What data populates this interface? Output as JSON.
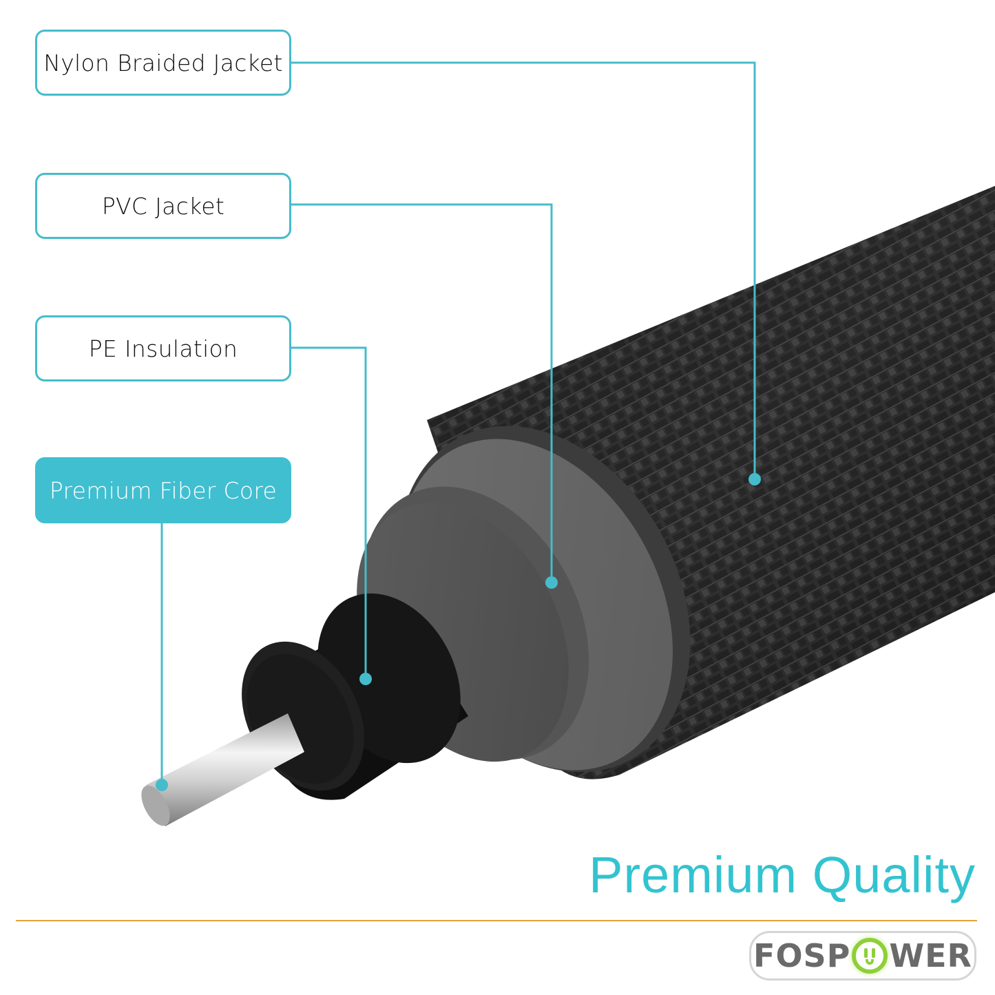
{
  "labels": [
    {
      "id": "nylon",
      "text": "Nylon Braided Jacket",
      "highlighted": false
    },
    {
      "id": "pvc",
      "text": "PVC Jacket",
      "highlighted": false
    },
    {
      "id": "pe",
      "text": "PE Insulation",
      "highlighted": false
    },
    {
      "id": "core",
      "text": "Premium Fiber Core",
      "highlighted": true
    }
  ],
  "tagline": "Premium Quality",
  "brand": {
    "name_left": "FOSP",
    "name_right": "WER",
    "full_name": "FOSPOWER"
  },
  "colors": {
    "accent": "#40bfd0",
    "tagline": "#33c3d0",
    "divider": "#e0a23a",
    "logo_text": "#6a6a6a",
    "logo_green": "#8fcf3a"
  }
}
